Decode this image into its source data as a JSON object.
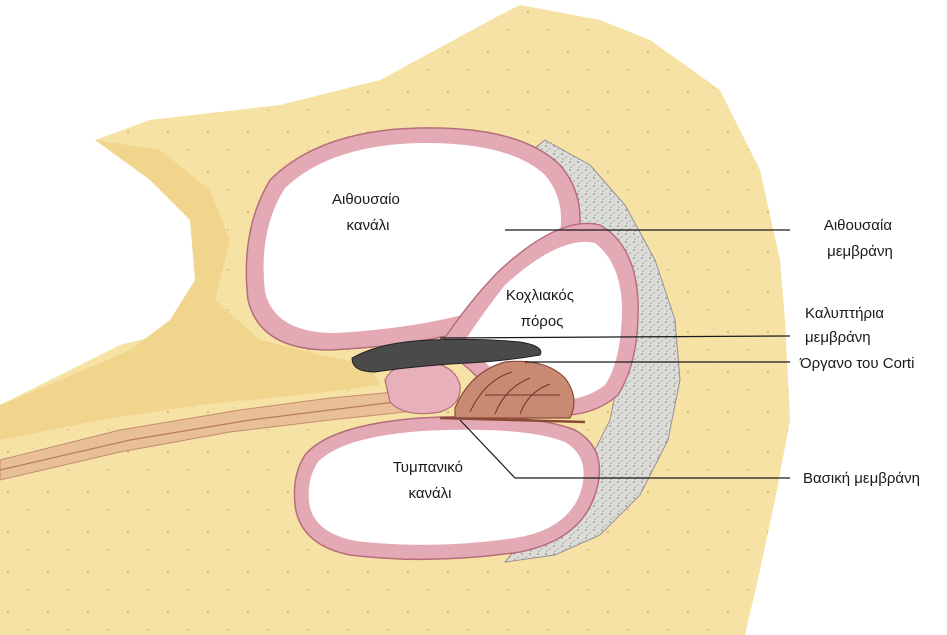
{
  "regions": {
    "scala_vestibuli": [
      "Αιθουσαίο",
      "κανάλι"
    ],
    "cochlear_duct": [
      "Κοχλιακός",
      "πόρος"
    ],
    "scala_tympani": [
      "Τυμπανικό",
      "κανάλι"
    ]
  },
  "callouts": {
    "vestibular_membrane": [
      "Αιθουσαία",
      "μεμβράνη"
    ],
    "tectorial_membrane": [
      "Καλυπτήρια",
      "μεμβράνη"
    ],
    "organ_of_corti": [
      "Όργανο του Corti"
    ],
    "basilar_membrane": [
      "Βασική μεμβράνη"
    ]
  },
  "colors": {
    "bone": "#f6e2a4",
    "bone_dark": "#e8c97a",
    "membrane": "#e3a9b4",
    "membrane_light": "#f1cdd2",
    "ligament": "#d9d9d4",
    "tectorial": "#4a4a4a",
    "corti": "#b86a52",
    "line": "#1a1a1a"
  }
}
